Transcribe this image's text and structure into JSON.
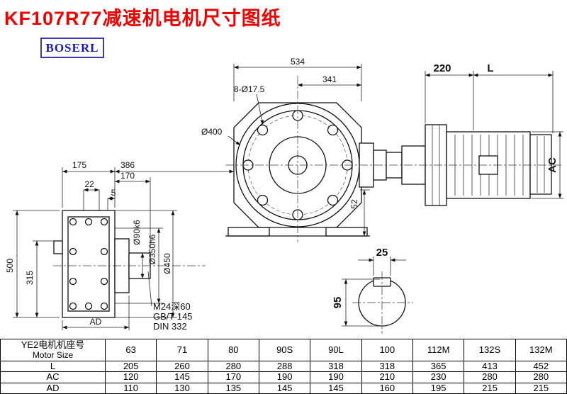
{
  "page": {
    "title": "KF107R77减速机电机尺寸图纸",
    "logo": "BOSERL"
  },
  "drawing": {
    "front": {
      "dim_width": "534",
      "dim_inner": "341",
      "bolt_note": "8-Ø17.5",
      "flange_dia": "Ø400",
      "dim_foot": "52"
    },
    "motor": {
      "dim_adapter": "220",
      "dim_length": "L",
      "dim_ac": "AC"
    },
    "side": {
      "dim_175": "175",
      "dim_386": "386",
      "dim_170": "170",
      "dim_22": "22",
      "dim_5": "5",
      "dim_500": "500",
      "dim_315": "315",
      "shaft_dia": "Ø90k6",
      "spigot_dia": "Ø350h6",
      "flange_dia": "Ø450",
      "tap_note": "M24深60",
      "std_note1": "GB/T 145",
      "std_note2": "DIN 332",
      "dim_ad": "AD"
    },
    "section": {
      "dim_key_width": "25",
      "dim_dia": "95"
    }
  },
  "table": {
    "header_cn": "YE2电机机座号",
    "header_en": "Motor Size",
    "sizes": [
      "63",
      "71",
      "80",
      "90S",
      "90L",
      "100",
      "112M",
      "132S",
      "132M"
    ],
    "rows": [
      {
        "label": "L",
        "values": [
          "205",
          "260",
          "280",
          "288",
          "318",
          "318",
          "365",
          "413",
          "452"
        ]
      },
      {
        "label": "AC",
        "values": [
          "120",
          "145",
          "170",
          "190",
          "190",
          "210",
          "230",
          "280",
          "280"
        ]
      },
      {
        "label": "AD",
        "values": [
          "110",
          "130",
          "135",
          "145",
          "145",
          "160",
          "195",
          "215",
          "215"
        ]
      }
    ]
  }
}
